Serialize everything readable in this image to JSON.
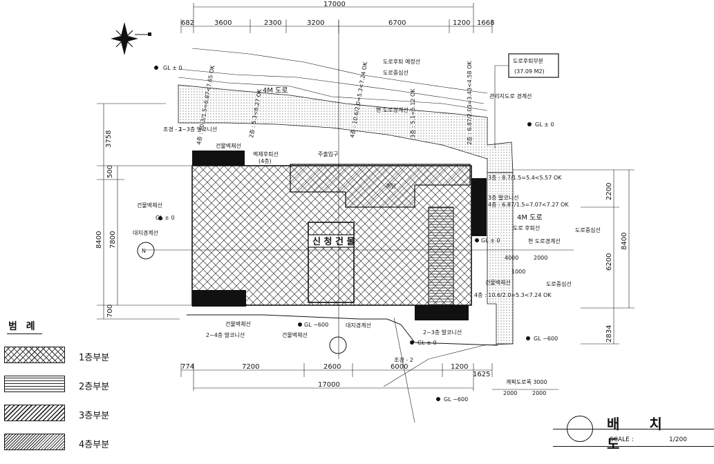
{
  "drawing": {
    "title": "배 치 도",
    "scale_label": "SCALE :",
    "scale_value": "1/200",
    "building_label": "신 청 건 물",
    "road_area_label": "도로후퇴부분",
    "road_area_value": "(37.09 M2)"
  },
  "dimensions": {
    "top_total": "17000",
    "top_segments": [
      "682",
      "3600",
      "2300",
      "3200",
      "6700",
      "1200",
      "1668"
    ],
    "bottom_total": "17000",
    "bottom_segments": [
      "774",
      "7200",
      "2600",
      "6000",
      "1200",
      "1625"
    ],
    "left_outer": [
      "3758",
      "8400",
      "700"
    ],
    "left_inner": [
      "500",
      "7800"
    ],
    "right_outer": [
      "2200",
      "6200",
      "2834"
    ],
    "right_inner": "8400",
    "setback_label": "계획도로폭 3000",
    "setback_parts": [
      "2000",
      "2000"
    ],
    "misc_a": "4000",
    "misc_b": "2000",
    "misc_c": "1000"
  },
  "levels": {
    "gl0_a": "GL ± 0",
    "gl0_b": "GL ± 0",
    "gl0_c": "GL ± 0",
    "gl0_d": "GL ± 0",
    "gl0_e": "GL ± 0",
    "gl600_a": "GL −600",
    "gl600_b": "GL −600",
    "gl600_c": "GL −600"
  },
  "notes": {
    "road_4m_a": "4M 도로",
    "road_4m_b": "4M 도로",
    "road_setback_line": "도로후퇴 예정선",
    "road_center_a": "도로중심선",
    "road_center_b": "도로중심선",
    "road_center_c": "도로중심선",
    "road_boundary_a": "현 도로경계선",
    "road_boundary_b": "현 도로경계선",
    "road_boundary_c": "관리지도로 경계선",
    "road_retreat": "도로 후퇴선",
    "site_boundary_a": "대지경계선",
    "site_boundary_b": "대지경계선",
    "wall_line_a": "건물벽체선",
    "wall_line_b": "건물벽체선",
    "wall_line_c": "건물벽체선",
    "wall_line_d": "건물벽체선",
    "wall_line_e": "건물벽체선",
    "balcony_a": "2~3층 발코니선",
    "balcony_b": "2~3층 발코니선",
    "balcony_c": "2~4층 발코니선",
    "balcony_d": "3층 발코니선",
    "wall_4f": "벽체후퇴선",
    "floor4": "(4층)",
    "landscape_a": "조경 - 1",
    "landscape_b": "조경 - 2",
    "entrance": "주출입구",
    "stairs": "계단",
    "north": "N"
  },
  "heights": {
    "h1": "4층 : 10.6/2.0=5.3<7.24 OK",
    "h2": "3층 : 8.7/1.5=5.4<5.57 OK",
    "h3": "4층 : 6.87/1.5=7.07<7.27 OK",
    "h4": "4층 : 10.6/2.0=5.3<7.24 OK",
    "h5": "2층 : 6.87/2.03=3.43<4.58 OK",
    "h6": "3층 : 5.1<5.12 OK",
    "h7": "2층 : 5.3<6.27 OK",
    "h8": "4층 : 10.3/1.5=6.87<7.65 OK"
  },
  "legend": {
    "title": "범 례",
    "items": [
      {
        "label": "1층부분"
      },
      {
        "label": "2층부분"
      },
      {
        "label": "3층부분"
      },
      {
        "label": "4층부분"
      }
    ]
  }
}
